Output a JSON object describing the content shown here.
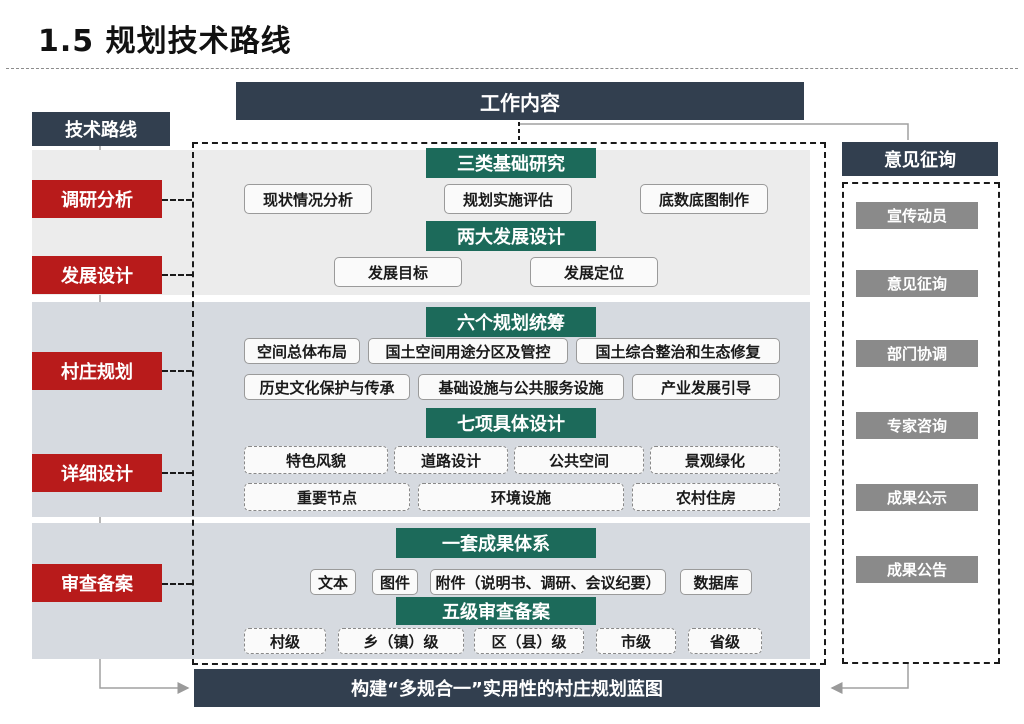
{
  "title": "1.5 规划技术路线",
  "headers": {
    "work": "工作内容",
    "route": "技术路线",
    "opinion": "意见征询"
  },
  "route_steps": [
    {
      "label": "调研分析"
    },
    {
      "label": "发展设计"
    },
    {
      "label": "村庄规划"
    },
    {
      "label": "详细设计"
    },
    {
      "label": "审查备案"
    }
  ],
  "groups": {
    "three_basic": {
      "title": "三类基础研究",
      "items": [
        "现状情况分析",
        "规划实施评估",
        "底数底图制作"
      ]
    },
    "two_dev": {
      "title": "两大发展设计",
      "items": [
        "发展目标",
        "发展定位"
      ]
    },
    "six_plan": {
      "title": "六个规划统筹",
      "items": [
        "空间总体布局",
        "国土空间用途分区及管控",
        "国土综合整治和生态修复",
        "历史文化保护与传承",
        "基础设施与公共服务设施",
        "产业发展引导"
      ]
    },
    "seven_design": {
      "title": "七项具体设计",
      "items": [
        "特色风貌",
        "道路设计",
        "公共空间",
        "景观绿化",
        "重要节点",
        "环境设施",
        "农村住房"
      ]
    },
    "one_result": {
      "title": "一套成果体系",
      "items": [
        "文本",
        "图件",
        "附件（说明书、调研、会议纪要）",
        "数据库"
      ]
    },
    "five_review": {
      "title": "五级审查备案",
      "items": [
        "村级",
        "乡（镇）级",
        "区（县）级",
        "市级",
        "省级"
      ]
    }
  },
  "opinion_items": [
    "宣传动员",
    "意见征询",
    "部门协调",
    "专家咨询",
    "成果公示",
    "成果公告"
  ],
  "footer": "构建“多规合一”实用性的村庄规划蓝图",
  "colors": {
    "navy": "#323f4f",
    "red": "#b81b1b",
    "teal": "#1c6a5a",
    "grey": "#8a8a8a"
  }
}
